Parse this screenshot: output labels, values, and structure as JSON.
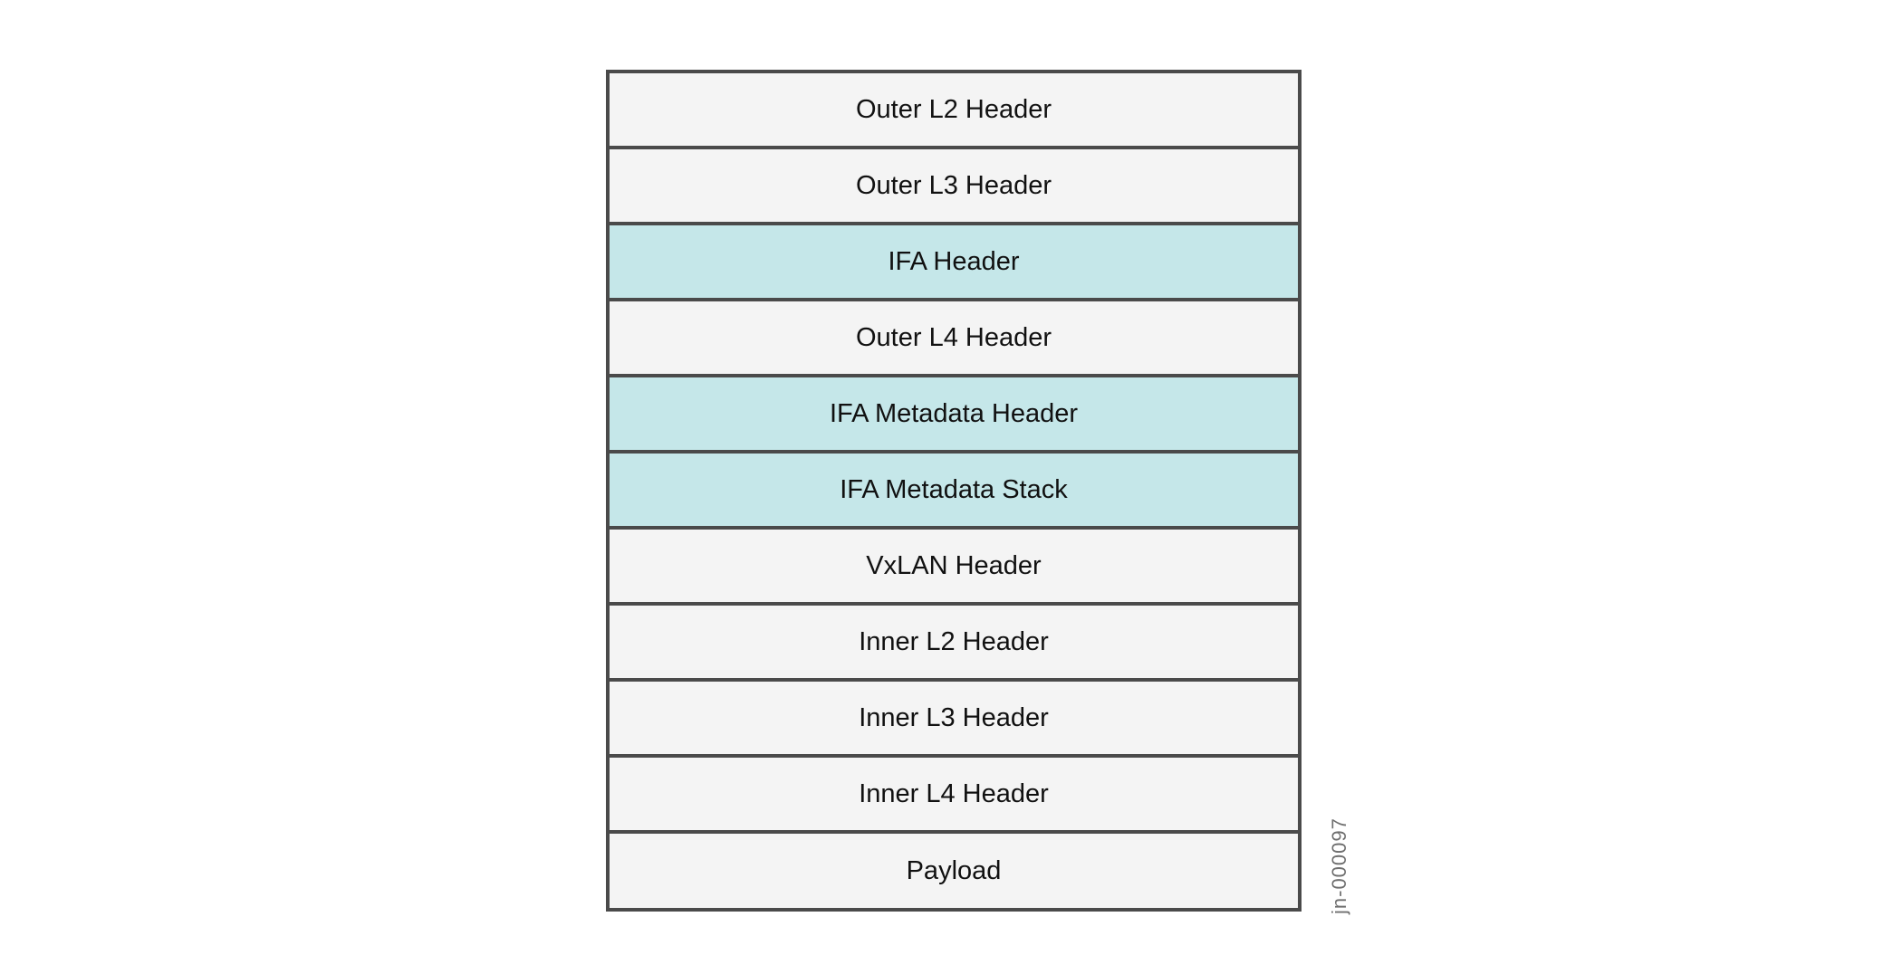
{
  "layers": [
    {
      "label": "Outer L2 Header",
      "highlighted": false
    },
    {
      "label": "Outer L3 Header",
      "highlighted": false
    },
    {
      "label": "IFA Header",
      "highlighted": true
    },
    {
      "label": "Outer L4 Header",
      "highlighted": false
    },
    {
      "label": "IFA Metadata Header",
      "highlighted": true
    },
    {
      "label": "IFA Metadata Stack",
      "highlighted": true
    },
    {
      "label": "VxLAN Header",
      "highlighted": false
    },
    {
      "label": "Inner L2 Header",
      "highlighted": false
    },
    {
      "label": "Inner L3 Header",
      "highlighted": false
    },
    {
      "label": "Inner L4 Header",
      "highlighted": false
    },
    {
      "label": "Payload",
      "highlighted": false
    }
  ],
  "figure_id": "jn-000097",
  "colors": {
    "default_fill": "#f4f4f4",
    "highlight_fill": "#c5e7e9",
    "border": "#4a4a4a"
  }
}
